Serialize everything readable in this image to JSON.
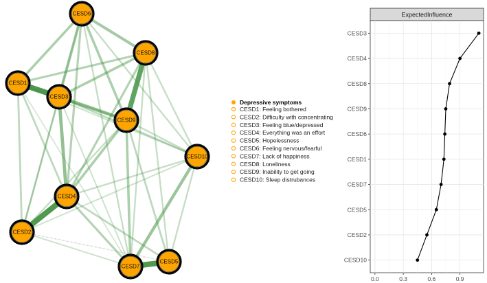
{
  "chart_data": [
    {
      "type": "network",
      "nodes": [
        {
          "id": "CESD1",
          "group": "Depressive symptoms"
        },
        {
          "id": "CESD2",
          "group": "Depressive symptoms"
        },
        {
          "id": "CESD3",
          "group": "Depressive symptoms"
        },
        {
          "id": "CESD4",
          "group": "Depressive symptoms"
        },
        {
          "id": "CESD5",
          "group": "Depressive symptoms"
        },
        {
          "id": "CESD6",
          "group": "Depressive symptoms"
        },
        {
          "id": "CESD7",
          "group": "Depressive symptoms"
        },
        {
          "id": "CESD8",
          "group": "Depressive symptoms"
        },
        {
          "id": "CESD9",
          "group": "Depressive symptoms"
        },
        {
          "id": "CESD10",
          "group": "Depressive symptoms"
        }
      ],
      "edges": [
        {
          "source": "CESD1",
          "target": "CESD3",
          "weight": 0.9
        },
        {
          "source": "CESD2",
          "target": "CESD4",
          "weight": 0.9
        },
        {
          "source": "CESD7",
          "target": "CESD5",
          "weight": 0.9
        },
        {
          "source": "CESD8",
          "target": "CESD9",
          "weight": 0.8
        },
        {
          "source": "CESD3",
          "target": "CESD9",
          "weight": 0.5
        },
        {
          "source": "CESD3",
          "target": "CESD4",
          "weight": 0.5
        },
        {
          "source": "CESD6",
          "target": "CESD3",
          "weight": 0.4
        },
        {
          "source": "CESD6",
          "target": "CESD1",
          "weight": 0.35
        },
        {
          "source": "CESD6",
          "target": "CESD8",
          "weight": 0.4
        },
        {
          "source": "CESD6",
          "target": "CESD9",
          "weight": 0.35
        },
        {
          "source": "CESD3",
          "target": "CESD8",
          "weight": 0.35
        },
        {
          "source": "CESD1",
          "target": "CESD8",
          "weight": 0.3
        },
        {
          "source": "CESD9",
          "target": "CESD7",
          "weight": 0.35
        },
        {
          "source": "CESD4",
          "target": "CESD9",
          "weight": 0.35
        },
        {
          "source": "CESD4",
          "target": "CESD7",
          "weight": 0.3
        },
        {
          "source": "CESD10",
          "target": "CESD7",
          "weight": 0.45
        },
        {
          "source": "CESD4",
          "target": "CESD8",
          "weight": 0.3
        },
        {
          "source": "CESD1",
          "target": "CESD4",
          "weight": 0.25
        },
        {
          "source": "CESD3",
          "target": "CESD2",
          "weight": 0.25
        },
        {
          "source": "CESD1",
          "target": "CESD2",
          "weight": 0.25
        },
        {
          "source": "CESD6",
          "target": "CESD4",
          "weight": 0.3
        },
        {
          "source": "CESD3",
          "target": "CESD10",
          "weight": 0.25
        },
        {
          "source": "CESD8",
          "target": "CESD10",
          "weight": 0.2
        },
        {
          "source": "CESD9",
          "target": "CESD10",
          "weight": 0.2
        },
        {
          "source": "CESD9",
          "target": "CESD5",
          "weight": 0.25
        },
        {
          "source": "CESD8",
          "target": "CESD5",
          "weight": 0.2
        },
        {
          "source": "CESD8",
          "target": "CESD7",
          "weight": 0.2
        },
        {
          "source": "CESD4",
          "target": "CESD5",
          "weight": 0.25
        },
        {
          "source": "CESD10",
          "target": "CESD4",
          "weight": 0.2
        },
        {
          "source": "CESD10",
          "target": "CESD5",
          "weight": 0.2
        },
        {
          "source": "CESD10",
          "target": "CESD2",
          "weight": 0.15
        },
        {
          "source": "CESD2",
          "target": "CESD7",
          "weight": 0.15
        },
        {
          "source": "CESD6",
          "target": "CESD10",
          "weight": 0.2
        },
        {
          "source": "CESD6",
          "target": "CESD7",
          "weight": 0.2
        },
        {
          "source": "CESD1",
          "target": "CESD9",
          "weight": 0.2
        },
        {
          "source": "CESD1",
          "target": "CESD10",
          "weight": 0.15
        },
        {
          "source": "CESD3",
          "target": "CESD7",
          "weight": 0.15
        },
        {
          "source": "CESD9",
          "target": "CESD2",
          "weight": 0.2
        },
        {
          "source": "CESD6",
          "target": "CESD2",
          "weight": 0.15
        },
        {
          "source": "CESD1",
          "target": "CESD7",
          "weight": 0.12
        },
        {
          "source": "CESD2",
          "target": "CESD5",
          "weight": -0.1
        }
      ],
      "colors": {
        "node_fill": "#ffa500",
        "positive_edge": "#3a8c3a",
        "negative_edge": "#cccccc"
      },
      "legend": {
        "title": "Depressive symptoms",
        "items": [
          "CESD1: Feeling bothered",
          "CESD2: Difficulty with concentrating",
          "CESD3: Feeling blue/depressed",
          "CESD4: Everything was an effort",
          "CESD5: Hopelessness",
          "CESD6: Feeling nervous/fearful",
          "CESD7: Lack of happiness",
          "CESD8: Loneliness",
          "CESD9: Inability to get going",
          "CESD10: Sleep distrubances"
        ]
      }
    },
    {
      "type": "line",
      "title": "ExpectedInfluence",
      "categories": [
        "CESD3",
        "CESD4",
        "CESD8",
        "CESD9",
        "CESD6",
        "CESD1",
        "CESD7",
        "CESD5",
        "CESD2",
        "CESD10"
      ],
      "values": [
        1.1,
        0.9,
        0.79,
        0.75,
        0.74,
        0.73,
        0.7,
        0.65,
        0.55,
        0.45
      ],
      "xticks": [
        "0.0",
        "0.3",
        "0.6",
        "0.9"
      ],
      "xlim": [
        -0.05,
        1.15
      ],
      "grid": true,
      "colors": {
        "strip_fill": "#d9d9d9",
        "line": "#000000"
      }
    }
  ]
}
